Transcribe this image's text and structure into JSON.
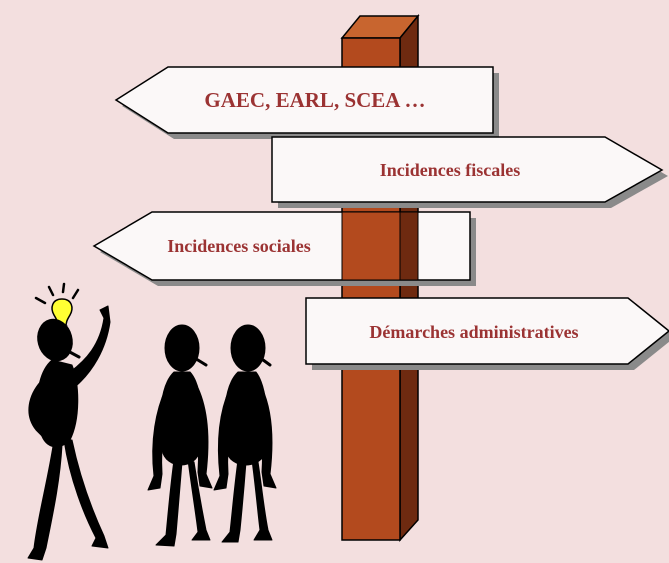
{
  "signs": {
    "gaec": "GAEC, EARL, SCEA …",
    "fiscales": "Incidences fiscales",
    "sociales": "Incidences sociales",
    "demarches": "Démarches administratives"
  },
  "colors": {
    "background": "#f3dfdf",
    "sign_fill": "#fbf8f8",
    "sign_shadow": "#8a8a8a",
    "text": "#9b3333",
    "post_front": "#b34a1e",
    "post_side": "#6e2a10",
    "post_top": "#c8652f",
    "figure": "#000000",
    "bulb": "#ffff33"
  },
  "icons": {
    "idea": "lightbulb-icon",
    "people": "stick-figure-icon"
  }
}
